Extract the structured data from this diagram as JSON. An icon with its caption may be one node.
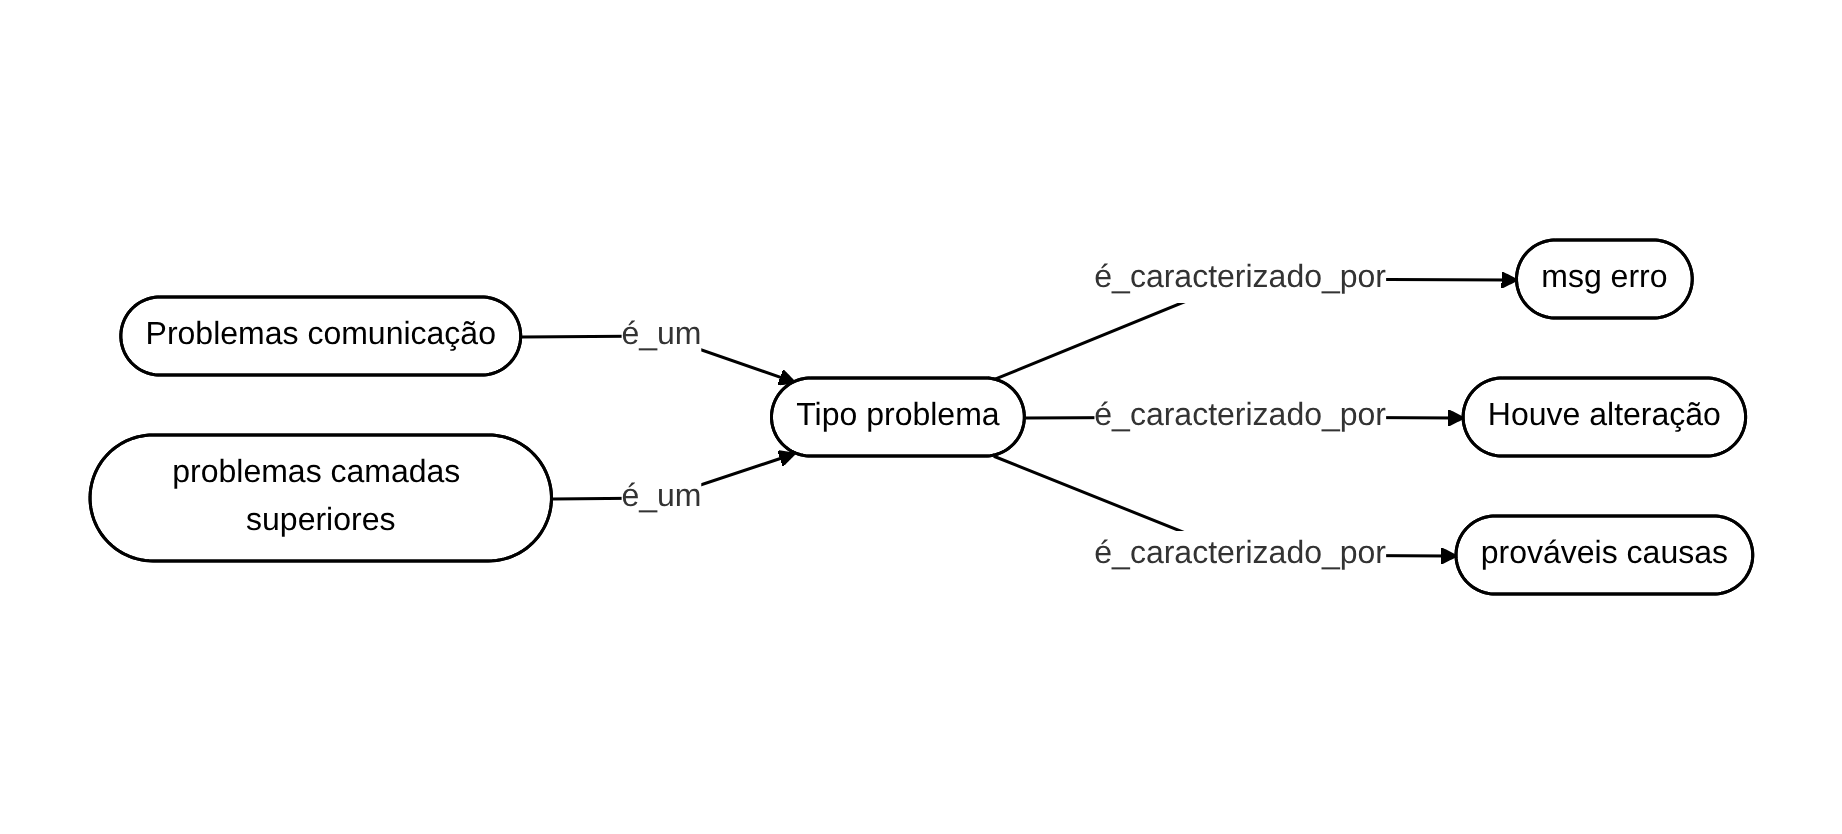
{
  "diagram": {
    "nodes": [
      {
        "text": [
          "Tipo problema"
        ]
      },
      {
        "text": [
          "msg erro"
        ]
      },
      {
        "text": [
          "Houve alteração"
        ]
      },
      {
        "text": [
          "prováveis causas"
        ]
      },
      {
        "text": [
          "Problemas comunicação"
        ]
      },
      {
        "text": [
          "problemas camadas superiores"
        ]
      }
    ],
    "edges": [
      {
        "from": 0,
        "to": 1,
        "arrow": "to",
        "label": "é_caracterizado_por"
      },
      {
        "from": 0,
        "to": 2,
        "arrow": "to",
        "label": "é_caracterizado_por"
      },
      {
        "from": 0,
        "to": 3,
        "arrow": "to",
        "label": "é_caracterizado_por"
      },
      {
        "from": 4,
        "to": 0,
        "arrow": "to",
        "label": "é_um"
      },
      {
        "from": 5,
        "to": 0,
        "arrow": "to",
        "label": "é_um"
      }
    ]
  }
}
